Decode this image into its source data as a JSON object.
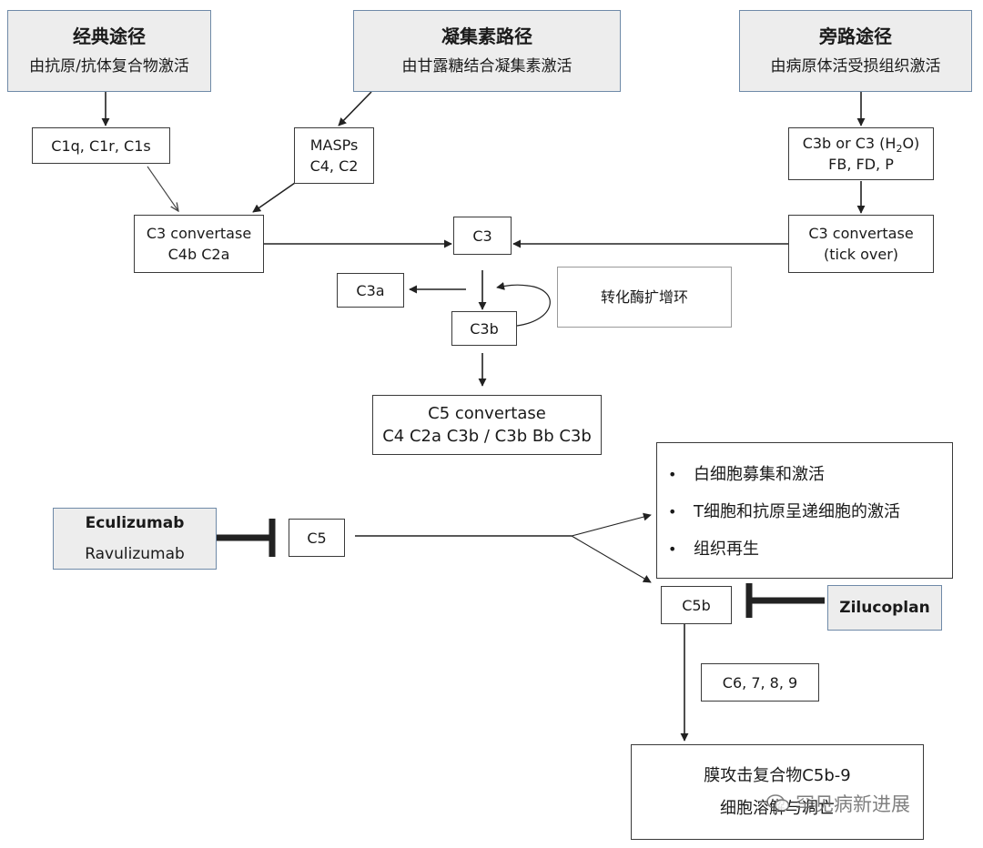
{
  "pathways": {
    "classical": {
      "title": "经典途径",
      "subtitle": "由抗原/抗体复合物激活"
    },
    "lectin": {
      "title": "凝集素路径",
      "subtitle": "由甘露糖结合凝集素激活"
    },
    "alternative": {
      "title": "旁路途径",
      "subtitle": "由病原体活受损组织激活"
    }
  },
  "nodes": {
    "c1": "C1q, C1r, C1s",
    "masps": {
      "line1": "MASPs",
      "line2": "C4, C2"
    },
    "c3b_alt": {
      "line1": "C3b or C3 (H",
      "sub": "2",
      "line1_end": "O)",
      "line2": "FB, FD, P"
    },
    "c3_conv_classic": {
      "line1": "C3 convertase",
      "line2": "C4b C2a"
    },
    "c3": "C3",
    "c3_conv_alt": {
      "line1": "C3 convertase",
      "line2": "(tick over)"
    },
    "c3a": "C3a",
    "c3b": "C3b",
    "amplification_loop": "转化酶扩增环",
    "c5_conv": {
      "line1": "C5 convertase",
      "line2": "C4 C2a C3b / C3b Bb C3b"
    },
    "c5": "C5",
    "effects": [
      "白细胞募集和激活",
      "T细胞和抗原呈递细胞的激活",
      "组织再生"
    ],
    "c5b": "C5b",
    "c6789": "C6, 7, 8, 9",
    "mac": {
      "line1": "膜攻击复合物C5b-9",
      "line2": "细胞溶解与凋亡"
    }
  },
  "drugs": {
    "c5_inhibitors": [
      "Eculizumab",
      "Ravulizumab"
    ],
    "c5b_inhibitor": "Zilucoplan"
  },
  "bullet_symbol": "•",
  "watermark": {
    "icon": "wechat-icon",
    "text": "罕见病新进展"
  },
  "colors": {
    "header_fill": "#ededed",
    "header_border": "#6f8aa8",
    "line": "#222222"
  }
}
